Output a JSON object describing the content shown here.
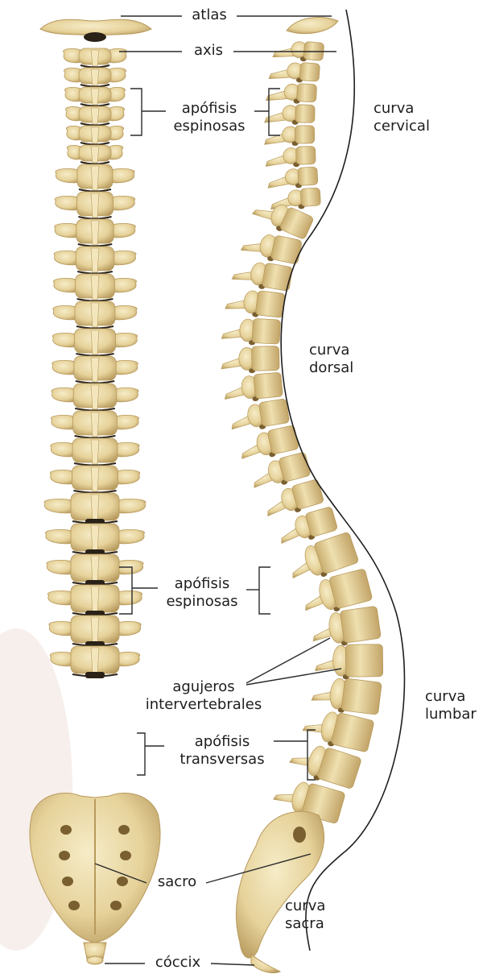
{
  "labels": {
    "atlas": "atlas",
    "axis": "axis",
    "apofisis_espinosas_top": [
      "apófisis",
      "espinosas"
    ],
    "apofisis_espinosas_mid": [
      "apófisis",
      "espinosas"
    ],
    "agujeros_intervertebrales": [
      "agujeros",
      "intervertebrales"
    ],
    "apofisis_transversas": [
      "apófisis",
      "transversas"
    ],
    "sacro": "sacro",
    "coccix": "cóccix",
    "curva_cervical": [
      "curva",
      "cervical"
    ],
    "curva_dorsal": [
      "curva",
      "dorsal"
    ],
    "curva_lumbar": [
      "curva",
      "lumbar"
    ],
    "curva_sacra": [
      "curva",
      "sacra"
    ]
  },
  "colors": {
    "bone": "#e8d8a6",
    "bone_shadow": "#b89a5c",
    "bone_dark": "#7a5f30",
    "disc_gap": "#2a2218",
    "line": "#2b2b2b",
    "text": "#1e1e1e"
  }
}
